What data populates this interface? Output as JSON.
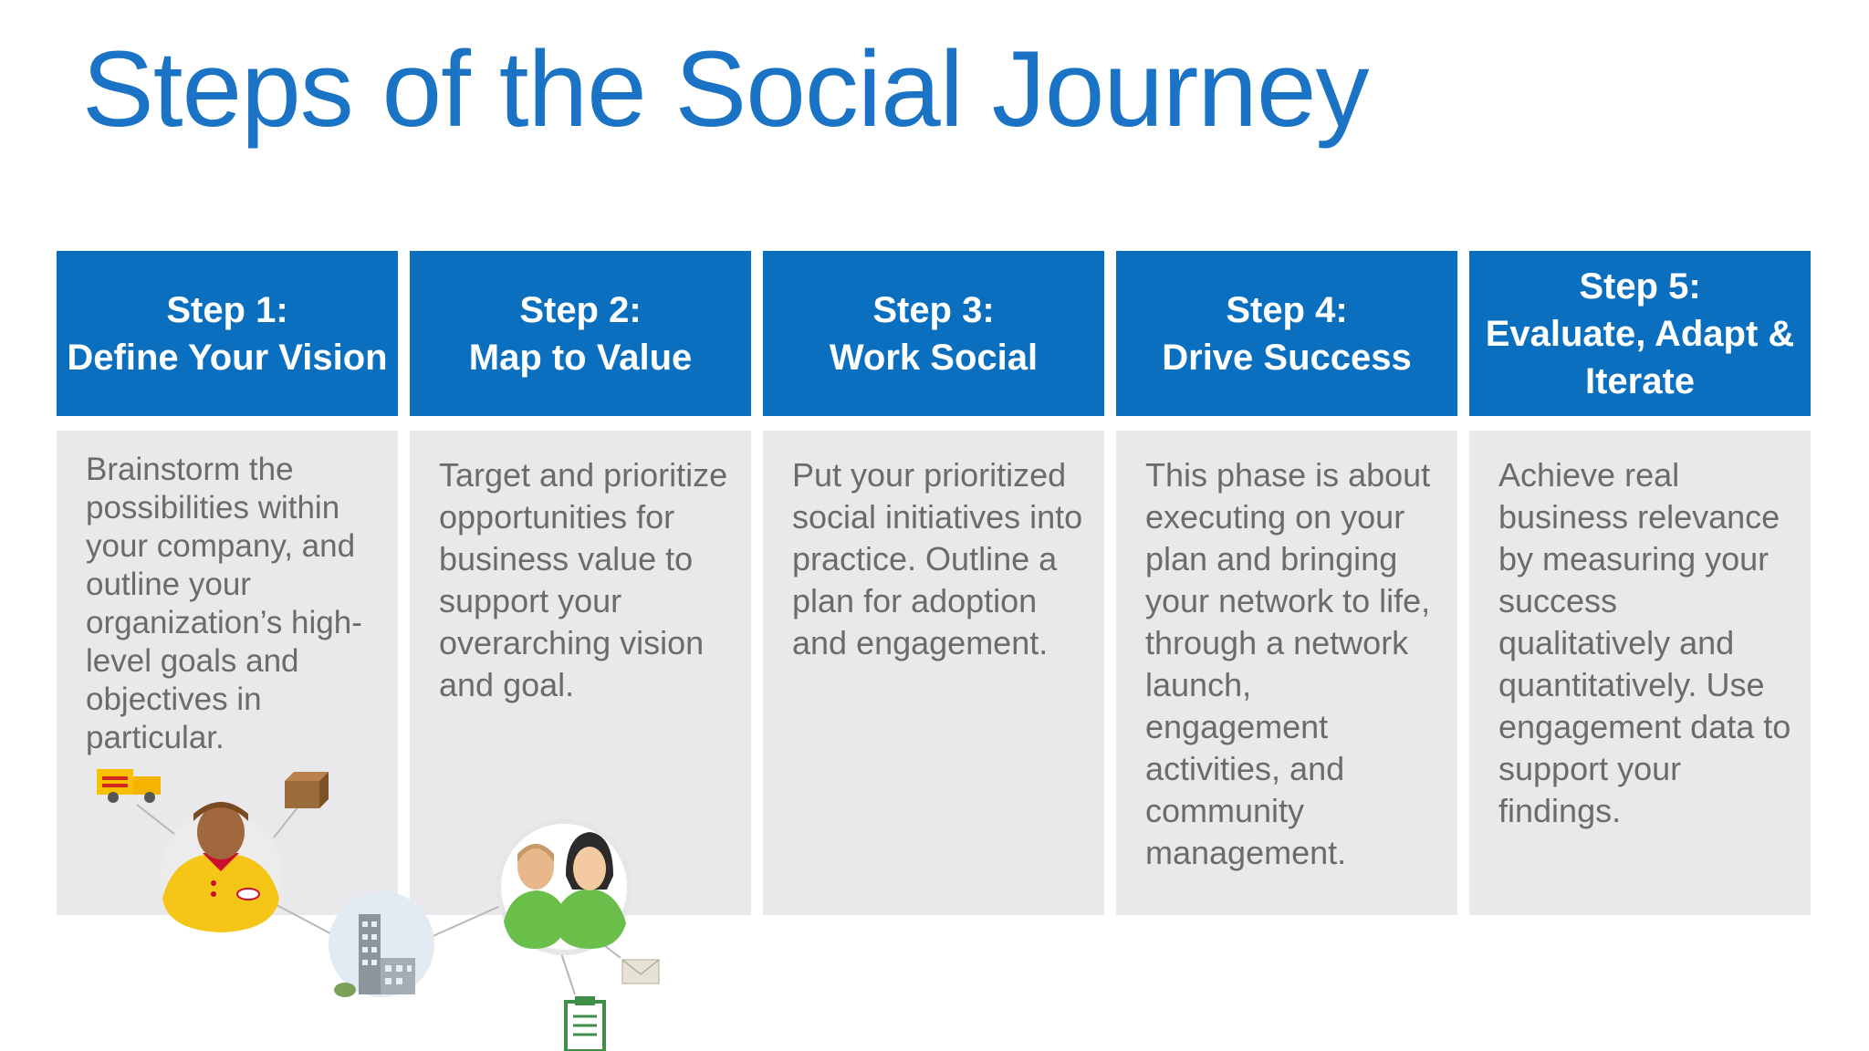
{
  "title": "Steps of the Social Journey",
  "steps": [
    {
      "step": "Step 1:",
      "name": "Define Your Vision",
      "text": "Brainstorm the possibilities within your company, and outline your organization’s high-level goals and objectives in particular."
    },
    {
      "step": "Step 2:",
      "name": "Map to Value",
      "text": "Target and prioritize opportunities for business value to support your overarching vision and goal."
    },
    {
      "step": "Step 3:",
      "name": "Work Social",
      "text": "Put your prioritized social initiatives into practice. Outline a plan for adoption and engagement."
    },
    {
      "step": "Step 4:",
      "name": "Drive Success",
      "text": "This phase is about executing on your plan and bringing your network to life, through a network launch, engagement activities, and community management."
    },
    {
      "step": "Step 5:",
      "name": "Evaluate, Adapt & Iterate",
      "text": "Achieve real business relevance by measuring your success qualitatively and quantitatively. Use engagement data to support your findings."
    }
  ],
  "colors": {
    "title": "#1a73c4",
    "header": "#0b6fbf",
    "panel": "#e9e9eb",
    "text": "#6b6b6b"
  },
  "icons": [
    "delivery-truck-icon",
    "package-icon",
    "delivery-person-icon",
    "office-building-icon",
    "people-icon",
    "envelope-icon",
    "clipboard-icon"
  ]
}
